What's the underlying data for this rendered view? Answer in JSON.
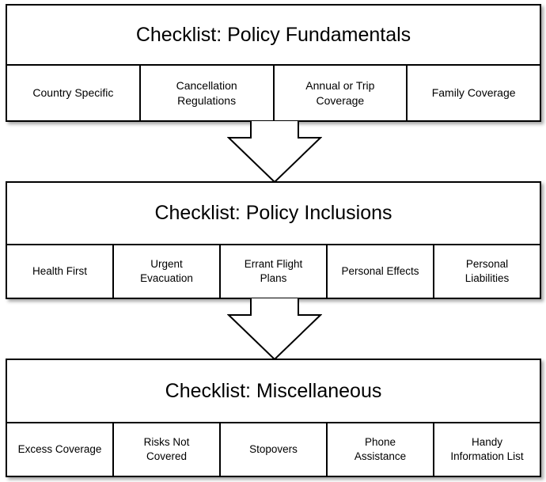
{
  "sections": [
    {
      "title": "Checklist: Policy Fundamentals",
      "items": [
        "Country  Specific",
        "Cancellation\nRegulations",
        "Annual or Trip\nCoverage",
        "Family Coverage"
      ]
    },
    {
      "title": "Checklist: Policy Inclusions",
      "items": [
        "Health First",
        "Urgent\nEvacuation",
        "Errant Flight\nPlans",
        "Personal Effects",
        "Personal\nLiabilities"
      ]
    },
    {
      "title": "Checklist: Miscellaneous",
      "items": [
        "Excess Coverage",
        "Risks Not\nCovered",
        "Stopovers",
        "Phone\nAssistance",
        "Handy\nInformation List"
      ]
    }
  ]
}
